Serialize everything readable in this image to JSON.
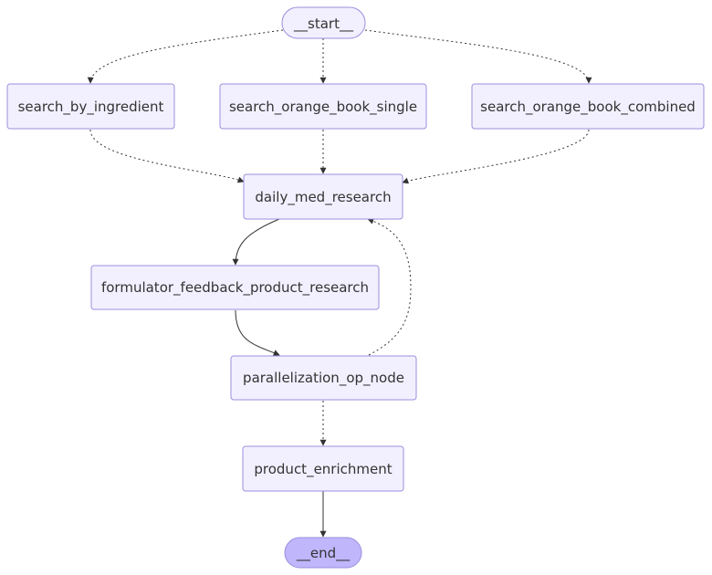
{
  "diagram": {
    "nodes": [
      {
        "id": "start",
        "label": "__start__",
        "kind": "terminal"
      },
      {
        "id": "search_by_ingredient",
        "label": "search_by_ingredient",
        "kind": "step"
      },
      {
        "id": "search_orange_book_single",
        "label": "search_orange_book_single",
        "kind": "step"
      },
      {
        "id": "search_orange_book_combined",
        "label": "search_orange_book_combined",
        "kind": "step"
      },
      {
        "id": "daily_med_research",
        "label": "daily_med_research",
        "kind": "step"
      },
      {
        "id": "formulator_feedback_product_research",
        "label": "formulator_feedback_product_research",
        "kind": "step"
      },
      {
        "id": "parallelization_op_node",
        "label": "parallelization_op_node",
        "kind": "step"
      },
      {
        "id": "product_enrichment",
        "label": "product_enrichment",
        "kind": "step"
      },
      {
        "id": "end",
        "label": "__end__",
        "kind": "terminal-end"
      }
    ],
    "edges": [
      {
        "from": "start",
        "to": "search_by_ingredient",
        "style": "dotted"
      },
      {
        "from": "start",
        "to": "search_orange_book_single",
        "style": "dotted"
      },
      {
        "from": "start",
        "to": "search_orange_book_combined",
        "style": "dotted"
      },
      {
        "from": "search_by_ingredient",
        "to": "daily_med_research",
        "style": "dotted"
      },
      {
        "from": "search_orange_book_single",
        "to": "daily_med_research",
        "style": "dotted"
      },
      {
        "from": "search_orange_book_combined",
        "to": "daily_med_research",
        "style": "dotted"
      },
      {
        "from": "daily_med_research",
        "to": "formulator_feedback_product_research",
        "style": "solid"
      },
      {
        "from": "formulator_feedback_product_research",
        "to": "parallelization_op_node",
        "style": "solid"
      },
      {
        "from": "parallelization_op_node",
        "to": "daily_med_research",
        "style": "dotted"
      },
      {
        "from": "parallelization_op_node",
        "to": "product_enrichment",
        "style": "dotted"
      },
      {
        "from": "product_enrichment",
        "to": "end",
        "style": "solid"
      }
    ],
    "colors": {
      "node_fill": "#f2f0ff",
      "node_stroke": "#9b8fdc",
      "end_fill": "#bfb6fc",
      "edge": "#333333",
      "text": "#333333"
    }
  }
}
